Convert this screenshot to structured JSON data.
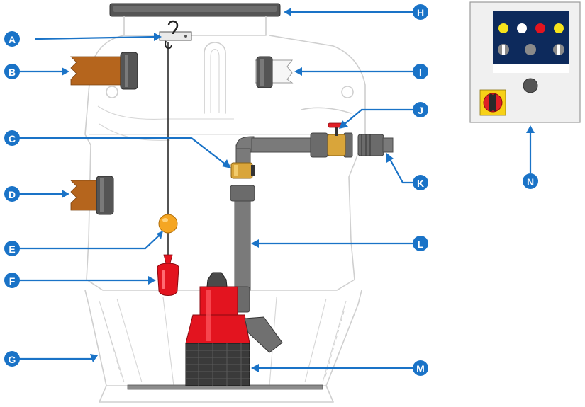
{
  "labels": {
    "A": "A",
    "B": "B",
    "C": "C",
    "D": "D",
    "E": "E",
    "F": "F",
    "G": "G",
    "H": "H",
    "I": "I",
    "J": "J",
    "K": "K",
    "L": "L",
    "M": "M",
    "N": "N"
  },
  "colors": {
    "callout": "#1a73c7",
    "pump_red": "#e3141f",
    "float_orange": "#f5a623",
    "switch_red": "#e01f26",
    "switch_yellow": "#f7d117",
    "panel_face": "#f0f0f0",
    "indicator_panel": "#0d2a5c",
    "lamp_yellow": "#f7e31b",
    "lamp_white": "#ffffff",
    "lamp_red": "#e3141f"
  },
  "icons": {
    "control_panel": "control-panel-icon",
    "rotary_switch": "rotary-switch-icon",
    "pump": "submersible-pump-icon",
    "float_switch": "float-switch-icon",
    "valve": "gate-valve-icon"
  }
}
